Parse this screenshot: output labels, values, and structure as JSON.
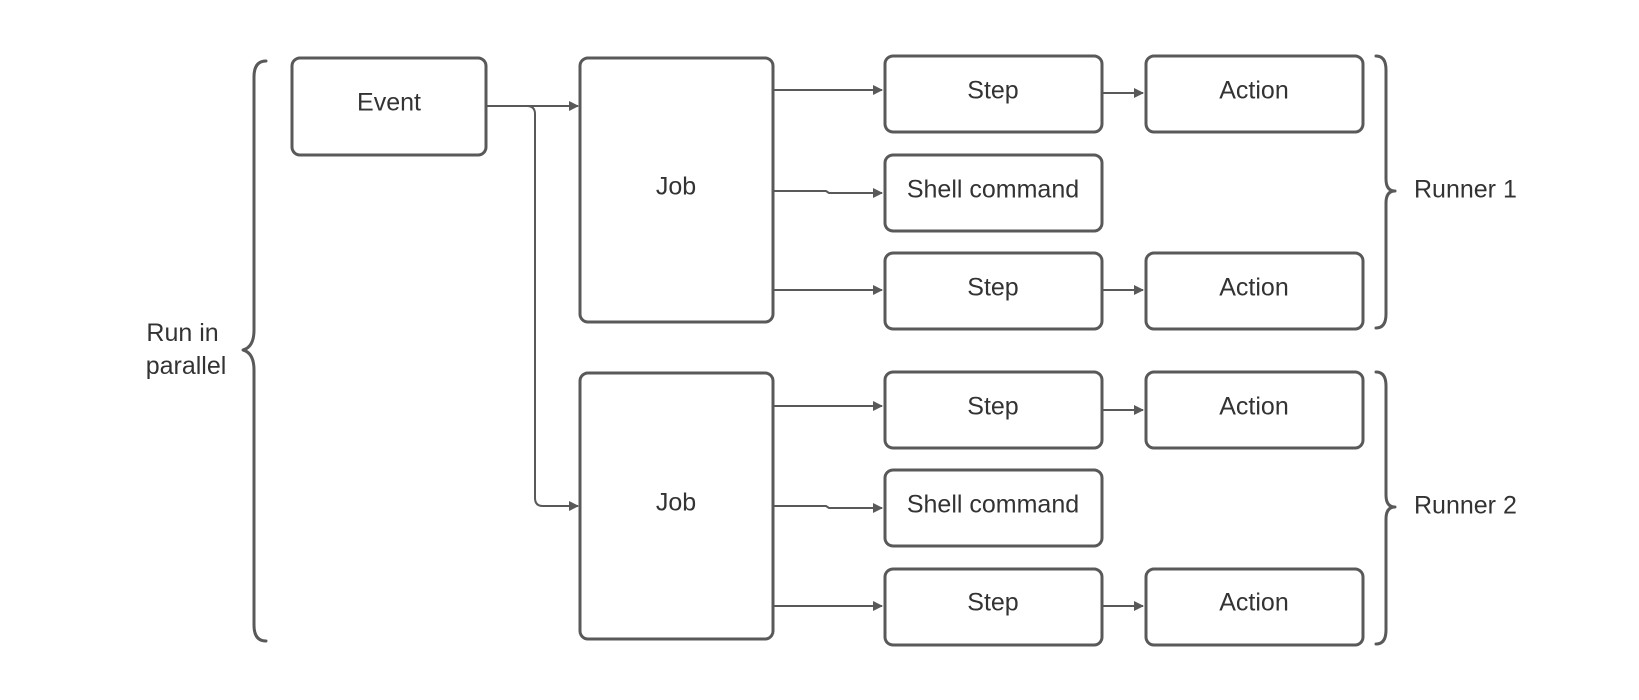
{
  "diagram": {
    "event": "Event",
    "job_1": {
      "label": "Job",
      "items": [
        {
          "step": "Step",
          "action": "Action"
        },
        {
          "shell": "Shell command"
        },
        {
          "step": "Step",
          "action": "Action"
        }
      ],
      "runner": "Runner 1"
    },
    "job_2": {
      "label": "Job",
      "items": [
        {
          "step": "Step",
          "action": "Action"
        },
        {
          "shell": "Shell command"
        },
        {
          "step": "Step",
          "action": "Action"
        }
      ],
      "runner": "Runner 2"
    },
    "parallel_label": [
      "Run in",
      "parallel"
    ]
  }
}
